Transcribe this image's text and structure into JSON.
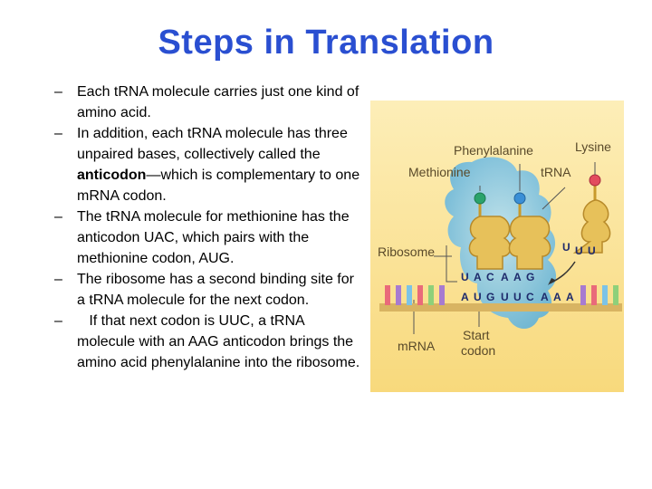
{
  "slide": {
    "title": "Steps in Translation",
    "bullet_marker": "–",
    "bullets": [
      {
        "text": "Each tRNA molecule carries just one kind of amino acid."
      },
      {
        "text": "In addition, each tRNA molecule has three unpaired bases, collectively called the ",
        "bold": "anticodon",
        "after": "—which is complementary to one mRNA codon."
      },
      {
        "text": "The tRNA molecule for methionine has the anticodon UAC, which pairs with the methionine codon, AUG."
      },
      {
        "text": "The ribosome has a second binding site for a tRNA molecule for the next codon."
      },
      {
        "text": "   If that next codon is UUC, a tRNA molecule with an AAG anticodon brings the amino acid phenylalanine into the ribosome."
      }
    ]
  },
  "figure": {
    "labels": {
      "phenylalanine": "Phenylalanine",
      "lysine": "Lysine",
      "methionine": "Methionine",
      "trna": "tRNA",
      "ribosome": "Ribosome",
      "mrna": "mRNA",
      "start_codon_1": "Start",
      "start_codon_2": "codon"
    },
    "anticodon_bases": [
      "U",
      "A",
      "C",
      "A",
      "A",
      "G"
    ],
    "mrna_bases": [
      "A",
      "U",
      "G",
      "U",
      "U",
      "C",
      "A",
      "A",
      "A"
    ],
    "free_trna_bases": [
      "U",
      "U",
      "U"
    ],
    "colors": {
      "background": "#fbe39a",
      "ribosome": "#7ec3e6",
      "trna": "#e7c15a",
      "amino_acid_1": "#2aa36b",
      "amino_acid_2": "#3a8fd6",
      "amino_acid_3": "#e24b5e"
    }
  }
}
